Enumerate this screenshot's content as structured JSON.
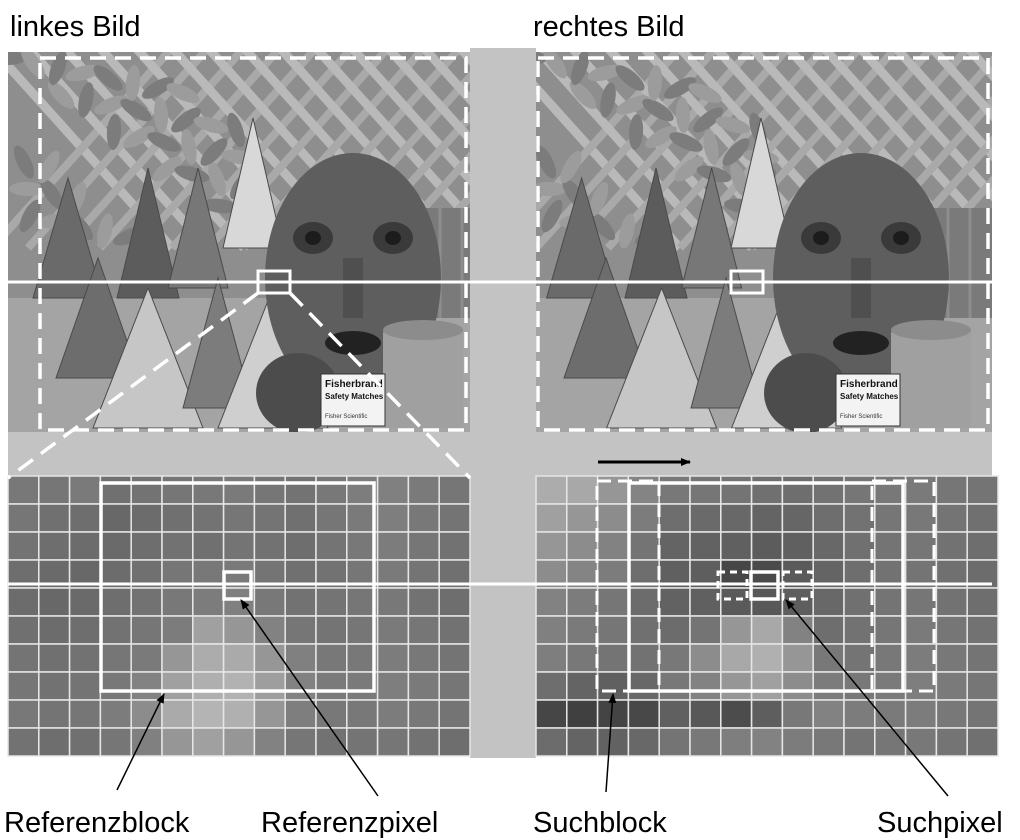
{
  "titles": {
    "left": "linkes Bild",
    "right": "rechtes Bild"
  },
  "photo_contents": {
    "label_brand": "Fisherbrand",
    "label_product": "Safety Matches",
    "label_footer": "Fisher Scientific"
  },
  "callouts": {
    "reference_block": "Referenzblock",
    "reference_pixel": "Referenzpixel",
    "search_block": "Suchblock",
    "search_pixel": "Suchpixel"
  },
  "grids": {
    "columns": 15,
    "rows": 10,
    "left_values": [
      [
        120,
        118,
        122,
        112,
        115,
        118,
        120,
        122,
        118,
        115,
        120,
        125,
        128,
        122,
        118
      ],
      [
        118,
        112,
        110,
        104,
        108,
        112,
        115,
        118,
        116,
        112,
        118,
        122,
        126,
        120,
        116
      ],
      [
        115,
        110,
        108,
        106,
        110,
        114,
        112,
        116,
        114,
        110,
        116,
        120,
        124,
        118,
        114
      ],
      [
        110,
        106,
        104,
        108,
        112,
        118,
        120,
        122,
        116,
        112,
        114,
        118,
        122,
        116,
        112
      ],
      [
        108,
        104,
        106,
        110,
        114,
        120,
        124,
        128,
        120,
        114,
        116,
        118,
        120,
        114,
        110
      ],
      [
        112,
        108,
        110,
        114,
        118,
        124,
        160,
        150,
        130,
        118,
        116,
        118,
        122,
        118,
        114
      ],
      [
        116,
        112,
        114,
        118,
        122,
        150,
        172,
        170,
        150,
        128,
        120,
        120,
        124,
        120,
        116
      ],
      [
        118,
        114,
        116,
        120,
        130,
        160,
        175,
        178,
        158,
        130,
        122,
        122,
        126,
        122,
        118
      ],
      [
        120,
        116,
        118,
        124,
        140,
        170,
        180,
        176,
        150,
        126,
        120,
        120,
        124,
        120,
        116
      ],
      [
        114,
        110,
        112,
        118,
        128,
        150,
        160,
        150,
        130,
        118,
        114,
        116,
        118,
        114,
        110
      ]
    ],
    "right_values": [
      [
        172,
        168,
        150,
        132,
        120,
        118,
        116,
        112,
        110,
        114,
        118,
        120,
        122,
        118,
        116
      ],
      [
        160,
        150,
        140,
        124,
        110,
        106,
        104,
        100,
        102,
        110,
        114,
        118,
        120,
        116,
        112
      ],
      [
        150,
        140,
        130,
        116,
        100,
        98,
        96,
        92,
        96,
        104,
        112,
        116,
        118,
        114,
        110
      ],
      [
        140,
        132,
        124,
        110,
        96,
        94,
        70,
        74,
        90,
        100,
        110,
        114,
        116,
        112,
        108
      ],
      [
        130,
        124,
        118,
        108,
        98,
        96,
        90,
        88,
        94,
        104,
        112,
        116,
        118,
        114,
        110
      ],
      [
        128,
        122,
        118,
        112,
        108,
        116,
        150,
        168,
        130,
        110,
        114,
        118,
        122,
        118,
        114
      ],
      [
        126,
        120,
        116,
        114,
        120,
        140,
        168,
        176,
        150,
        120,
        116,
        120,
        124,
        120,
        116
      ],
      [
        110,
        100,
        96,
        104,
        120,
        130,
        150,
        160,
        140,
        124,
        120,
        122,
        126,
        122,
        118
      ],
      [
        70,
        64,
        68,
        72,
        96,
        88,
        76,
        94,
        120,
        130,
        124,
        122,
        124,
        120,
        116
      ],
      [
        108,
        100,
        98,
        104,
        116,
        120,
        126,
        130,
        124,
        120,
        116,
        118,
        120,
        116,
        112
      ]
    ]
  },
  "colors": {
    "background": "#ffffff",
    "divider": "#c3c3c3",
    "grid_lines": "#e6e6e6",
    "overlay": "#ffffff",
    "arrow": "#000000"
  }
}
